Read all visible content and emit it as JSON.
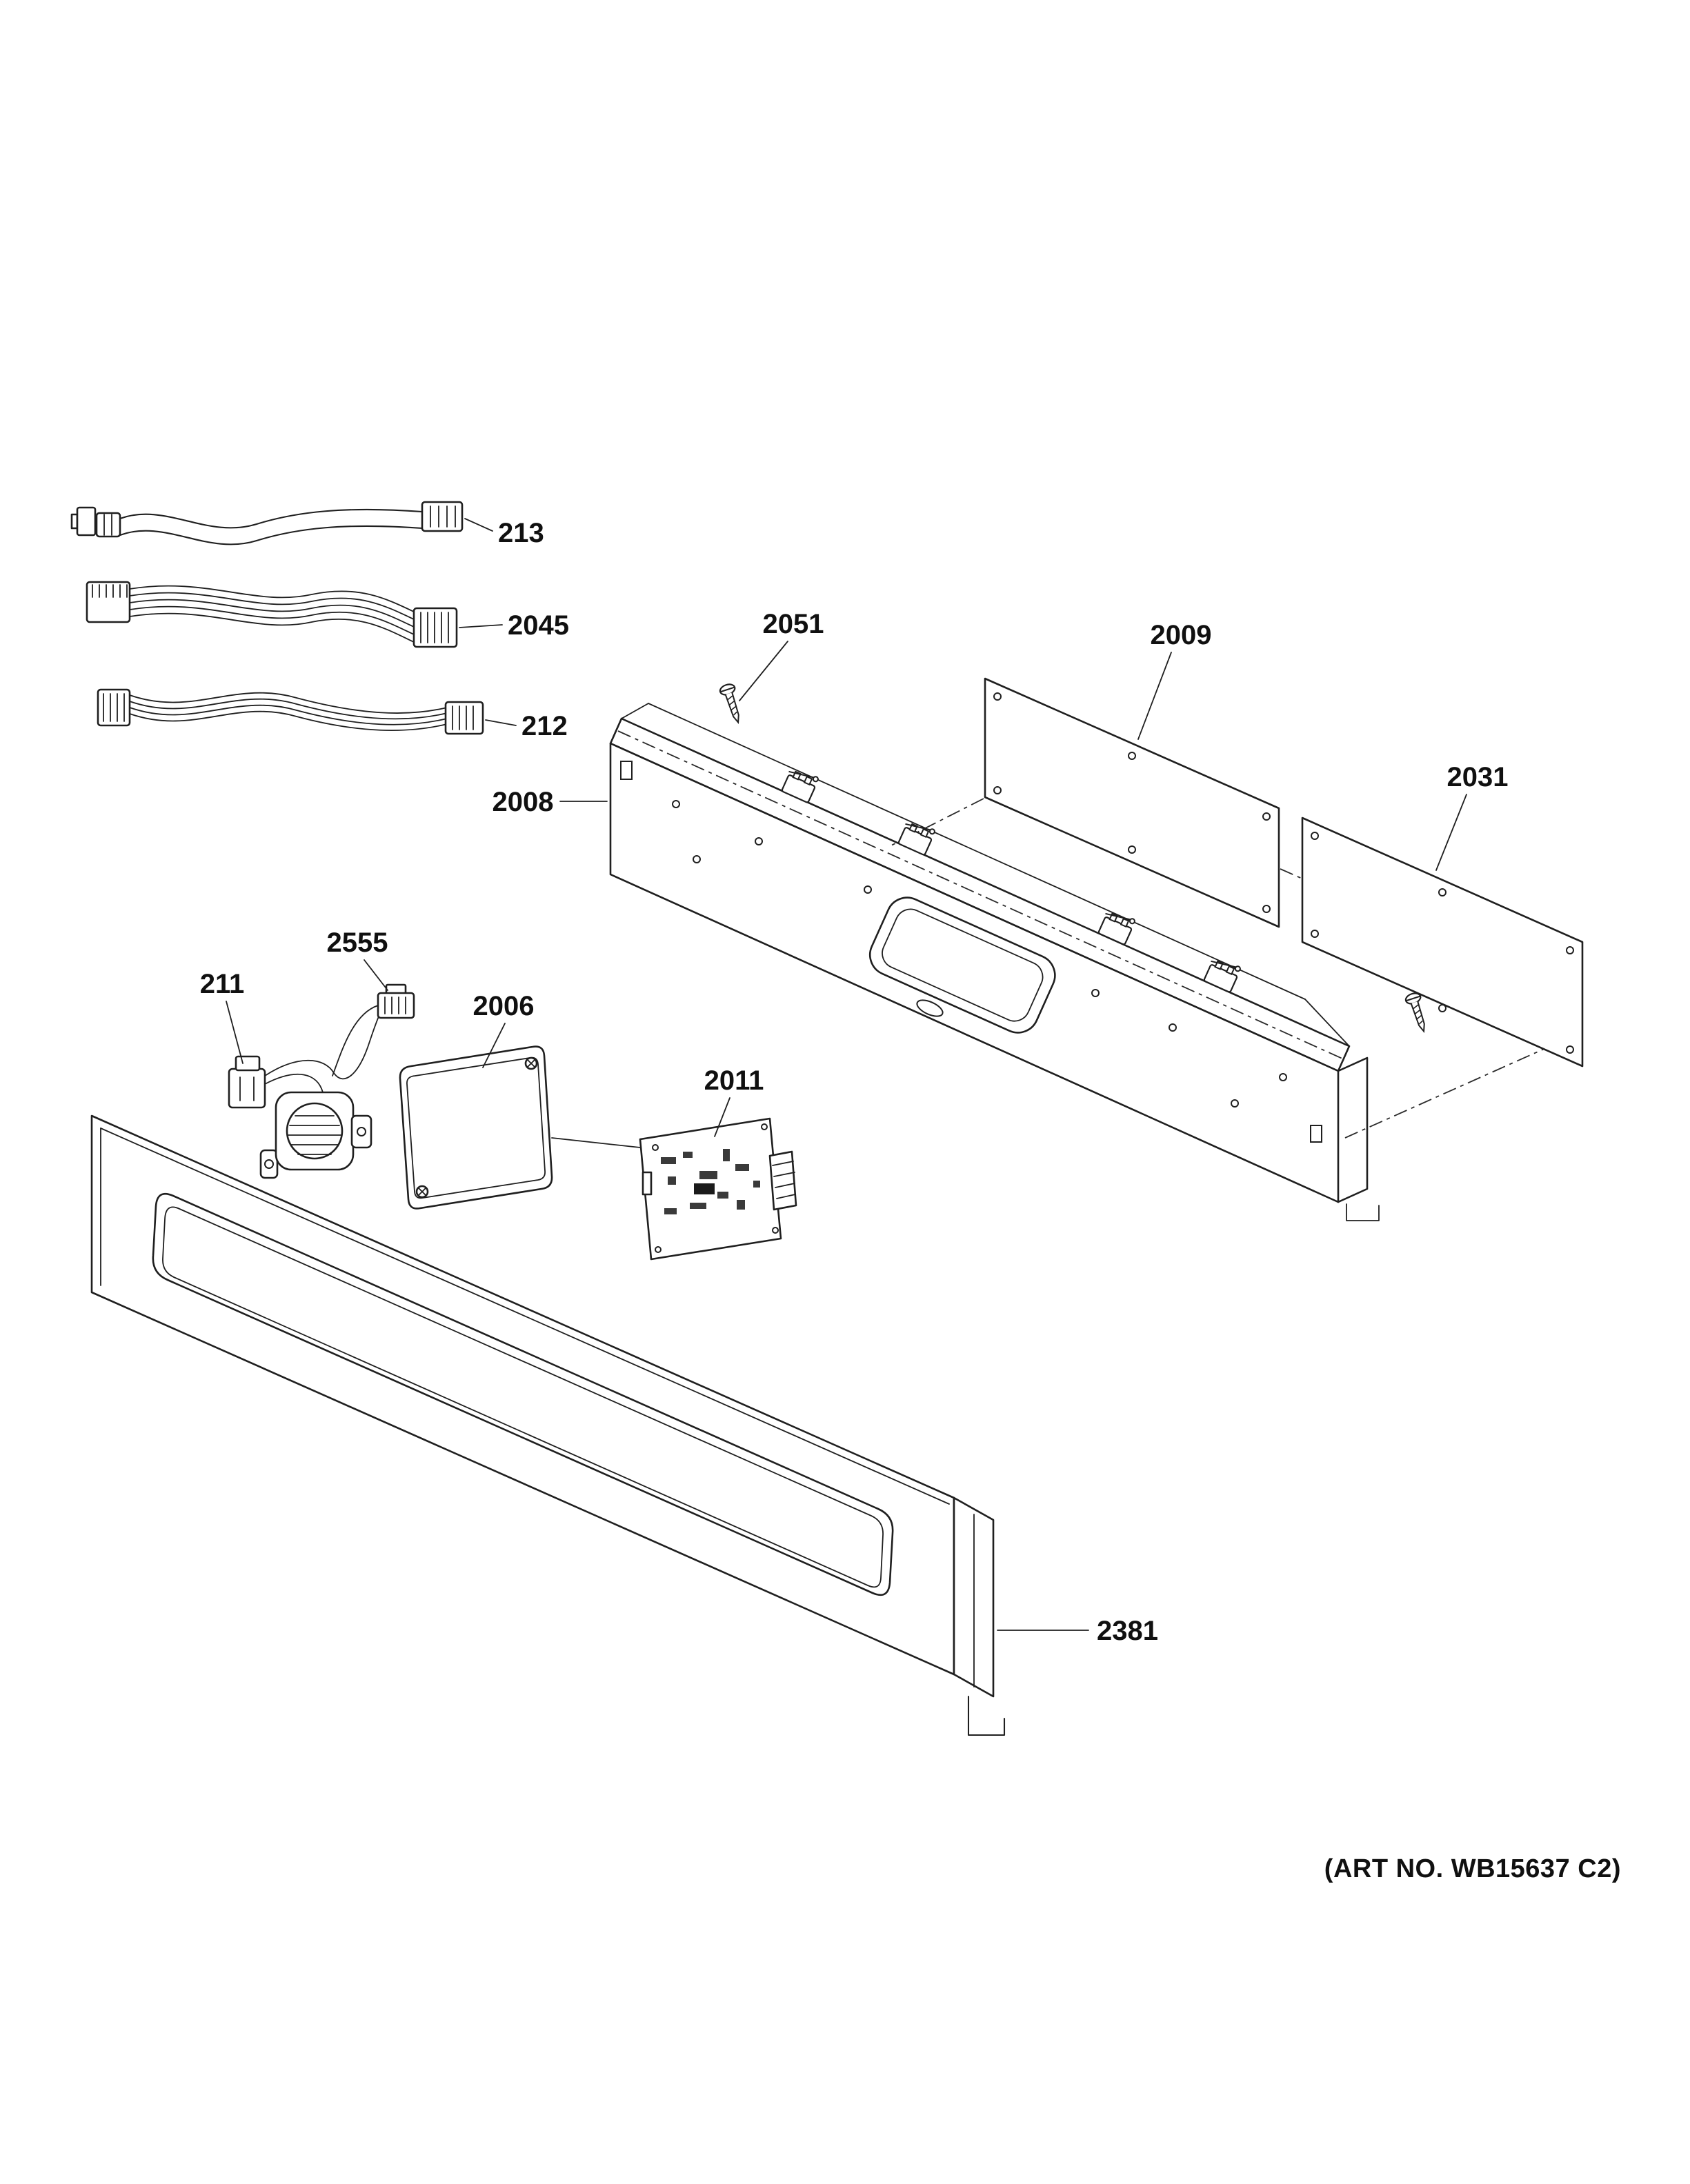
{
  "diagram": {
    "background": "#ffffff",
    "ink": "#1f1f1f",
    "art_no": "(ART NO. WB15637 C2)",
    "labels": {
      "harness_213": "213",
      "harness_2045": "2045",
      "harness_212": "212",
      "screw_2051": "2051",
      "rear_panel_2009": "2009",
      "end_panel_2031": "2031",
      "bracket_2008": "2008",
      "connector_2555": "2555",
      "switch_211": "211",
      "cover_2006": "2006",
      "board_2011": "2011",
      "control_panel_2381": "2381"
    }
  }
}
